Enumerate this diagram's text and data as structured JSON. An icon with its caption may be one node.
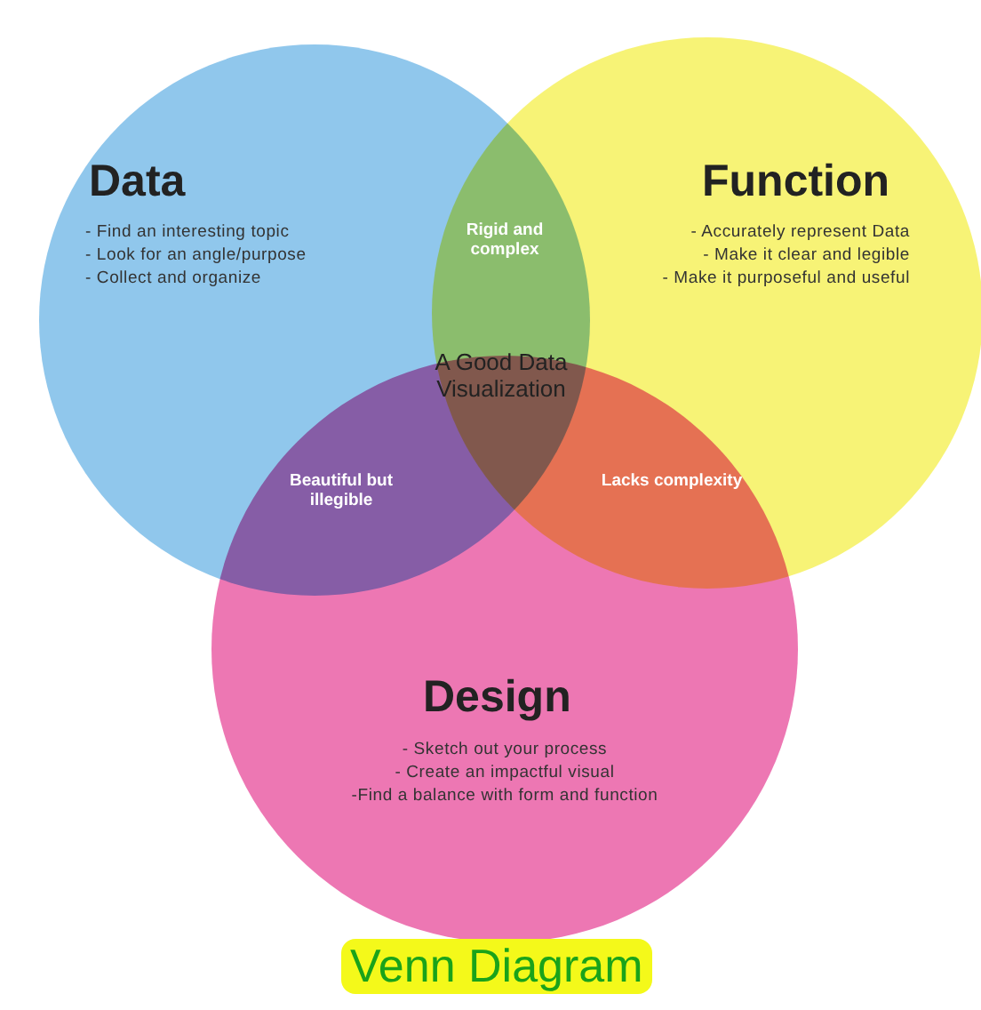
{
  "diagram": {
    "caption": "Venn Diagram",
    "nodes": [
      {
        "text": [
          "Data",
          "- Find an interesting topic",
          "- Look for an angle/purpose",
          "- Collect and organize"
        ]
      },
      {
        "text": [
          "Function",
          "- Accurately represent Data",
          "- Make it clear and legible",
          "- Make it purposeful and useful"
        ]
      },
      {
        "text": [
          "Design",
          "- Sketch out your process",
          "- Create an impactful visual",
          "-Find a balance with form and function"
        ]
      }
    ],
    "labels": [
      "Rigid and complex",
      "A Good Data Visualization",
      "Beautiful but illegible",
      "Lacks complexity"
    ]
  }
}
